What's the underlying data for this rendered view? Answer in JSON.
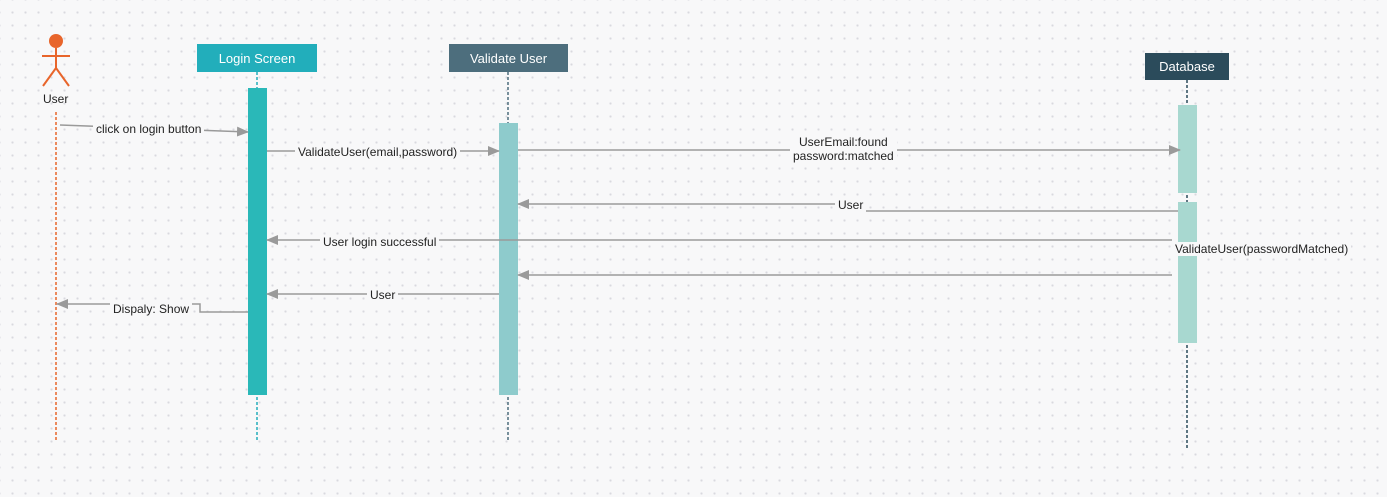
{
  "actor": {
    "name": "User",
    "color": "#e8652b"
  },
  "lifelines": [
    {
      "id": "login",
      "title": "Login Screen",
      "header_color": "#22aebb",
      "activation_color": "#2ab8b8"
    },
    {
      "id": "validate",
      "title": "Validate User",
      "header_color": "#4d6e7d",
      "activation_color": "#8ecbcc"
    },
    {
      "id": "database",
      "title": "Database",
      "header_color": "#2b4b5b",
      "activation_color": "#a8d8d0"
    }
  ],
  "messages": [
    {
      "id": "m1",
      "label": "click on login button",
      "from": "User",
      "to": "Login Screen"
    },
    {
      "id": "m2",
      "label": "ValidateUser(email,password)",
      "from": "Login Screen",
      "to": "Validate User"
    },
    {
      "id": "m3",
      "label_lines": [
        "UserEmail:found",
        "password:matched"
      ],
      "from": "Validate User",
      "to": "Database"
    },
    {
      "id": "m4",
      "label": "User",
      "from": "Database",
      "to": "Validate User"
    },
    {
      "id": "m5",
      "label": "User login successful",
      "from": "Database",
      "to": "Login Screen"
    },
    {
      "id": "m6",
      "label": "ValidateUser(passwordMatched)",
      "from": "Database",
      "to": "Validate User"
    },
    {
      "id": "m7",
      "label": "User",
      "from": "Validate User",
      "to": "Login Screen"
    },
    {
      "id": "m8",
      "label": "Dispaly: Show",
      "from": "Login Screen",
      "to": "User"
    }
  ],
  "colors": {
    "arrow": "#9a9a9a",
    "text": "#222222",
    "background": "#f8f8f9"
  }
}
